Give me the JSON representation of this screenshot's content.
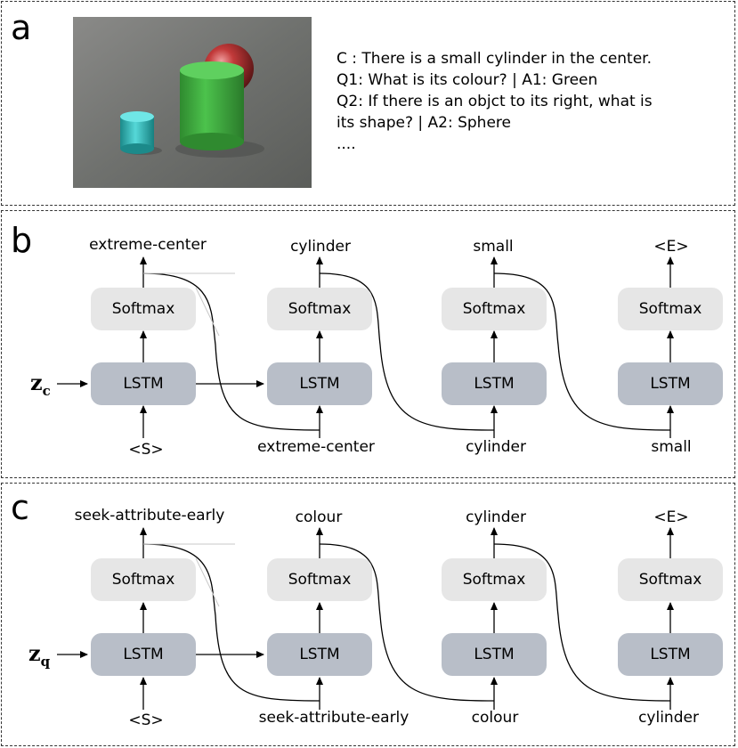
{
  "panels": {
    "a": {
      "letter": "a",
      "caption": "C : There is a small cylinder in the center.",
      "q1": "Q1: What is its colour? | A1: Green",
      "q2a": "Q2: If there is an objct to its right, what is",
      "q2b": "its shape? | A2: Sphere",
      "more": "...."
    },
    "b": {
      "letter": "b",
      "z_main": "z",
      "z_sub": "c",
      "softmax_label": "Softmax",
      "lstm_label": "LSTM",
      "outputs": [
        "extreme-center",
        "cylinder",
        "small",
        "<E>"
      ],
      "inputs": [
        "<S>",
        "extreme-center",
        "cylinder",
        "small"
      ]
    },
    "c": {
      "letter": "c",
      "z_main": "z",
      "z_sub": "q",
      "softmax_label": "Softmax",
      "lstm_label": "LSTM",
      "outputs": [
        "seek-attribute-early",
        "colour",
        "cylinder",
        "<E>"
      ],
      "inputs": [
        "<S>",
        "seek-attribute-early",
        "colour",
        "cylinder"
      ]
    }
  },
  "colors": {
    "softmax_fill": "#e6e6e6",
    "lstm_fill": "#b8bec8",
    "green_cylinder": "#3aa13a",
    "cyan_cylinder": "#2fb5b5",
    "red_sphere": "#c23a3a"
  }
}
